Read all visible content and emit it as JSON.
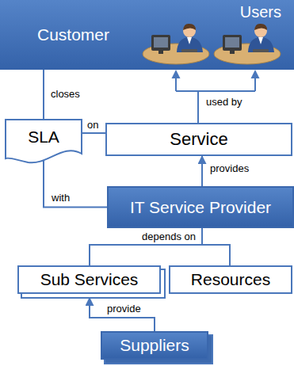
{
  "diagram": {
    "nodes": [
      {
        "text": [
          "Customer"
        ]
      },
      {
        "text": [
          "Users"
        ],
        "in": 0
      },
      {
        "text": [
          "SLA"
        ]
      },
      {
        "text": [
          "Service"
        ]
      },
      {
        "text": [
          "IT Service Provider"
        ]
      },
      {
        "text": [
          "Sub Services"
        ]
      },
      {
        "text": [
          "Resources"
        ]
      },
      {
        "text": [
          "Suppliers"
        ]
      }
    ],
    "edges": [
      {
        "from": 0,
        "to": 2,
        "label": "closes",
        "arrow": "none"
      },
      {
        "from": 2,
        "to": 3,
        "label": "on",
        "arrow": "none"
      },
      {
        "from": 3,
        "to": 1,
        "label": "used by",
        "arrow": "to"
      },
      {
        "from": 2,
        "to": 4,
        "label": "with",
        "arrow": "none"
      },
      {
        "from": 4,
        "to": 3,
        "label": "provides",
        "arrow": "to"
      },
      {
        "from": 4,
        "to": 5,
        "label": "depends on",
        "arrow": "none"
      },
      {
        "from": 4,
        "to": 6,
        "arrow": "none"
      },
      {
        "from": 7,
        "to": 5,
        "label": "provide",
        "arrow": "to"
      }
    ]
  }
}
